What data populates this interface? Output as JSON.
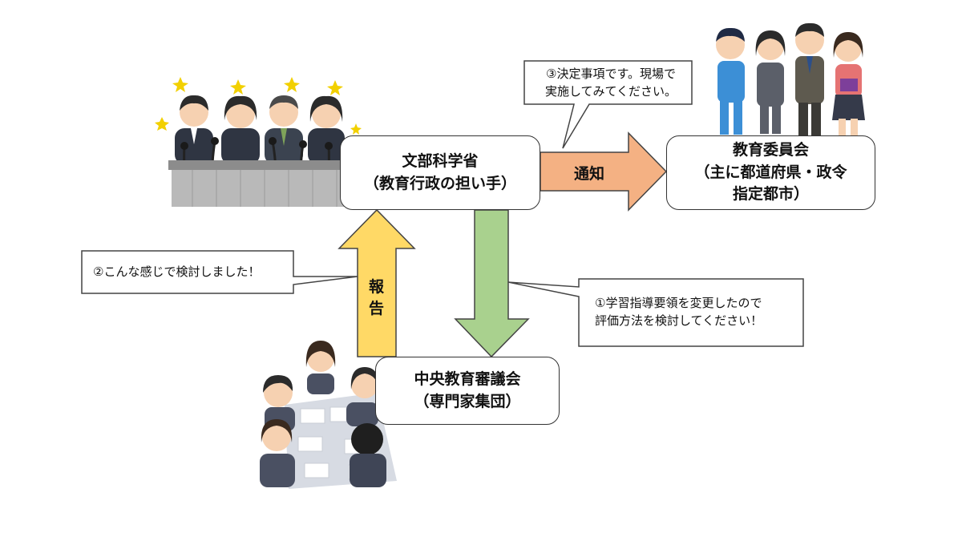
{
  "nodes": {
    "mext": {
      "line1": "文部科学省",
      "line2": "（教育行政の担い手）"
    },
    "board": {
      "line1": "教育委員会",
      "line2": "（主に都道府県・政令",
      "line3": "指定都市）"
    },
    "council": {
      "line1": "中央教育審議会",
      "line2": "（専門家集団）"
    }
  },
  "arrows": {
    "notice": {
      "label": "通知",
      "color": "#f4b183"
    },
    "report": {
      "label": "報",
      "label2": "告",
      "color": "#ffd966"
    },
    "request": {
      "color": "#a9d18e"
    }
  },
  "callouts": {
    "step1": {
      "line1": "①学習指導要領を変更したので",
      "line2": "評価方法を検討してください！"
    },
    "step2": {
      "text": "②こんな感じで検討しました！"
    },
    "step3": {
      "line1": "③決定事項です。現場で",
      "line2": "実施してみてください。"
    }
  },
  "illustrations": {
    "press_conference": "press-conference-officials",
    "teachers": "group-of-teachers",
    "meeting": "expert-meeting-table"
  }
}
